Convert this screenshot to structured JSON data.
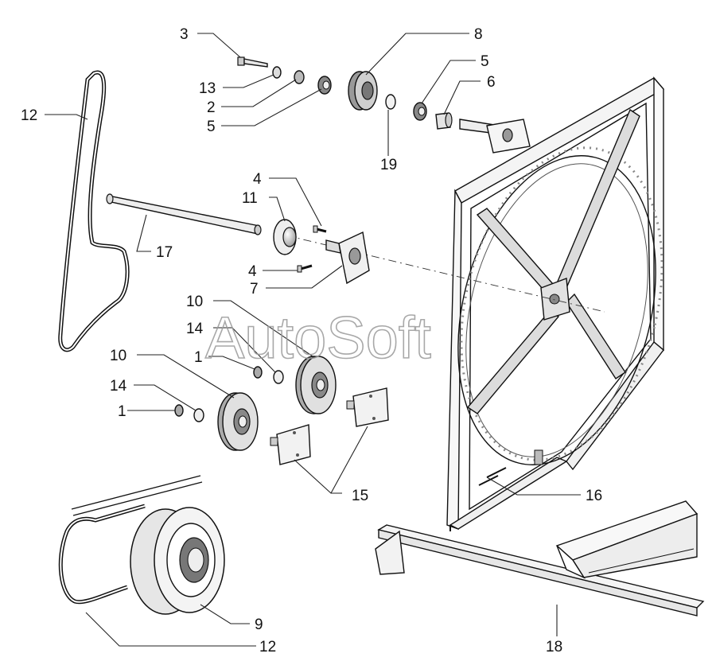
{
  "watermark": "AutoSoft",
  "callouts": [
    {
      "id": "c3",
      "text": "3"
    },
    {
      "id": "c13",
      "text": "13"
    },
    {
      "id": "c2",
      "text": "2"
    },
    {
      "id": "c5a",
      "text": "5"
    },
    {
      "id": "c8",
      "text": "8"
    },
    {
      "id": "c5b",
      "text": "5"
    },
    {
      "id": "c6",
      "text": "6"
    },
    {
      "id": "c19",
      "text": "19"
    },
    {
      "id": "c12a",
      "text": "12"
    },
    {
      "id": "c4a",
      "text": "4"
    },
    {
      "id": "c11",
      "text": "11"
    },
    {
      "id": "c17",
      "text": "17"
    },
    {
      "id": "c4b",
      "text": "4"
    },
    {
      "id": "c7",
      "text": "7"
    },
    {
      "id": "c10a",
      "text": "10"
    },
    {
      "id": "c14a",
      "text": "14"
    },
    {
      "id": "c1a",
      "text": "1"
    },
    {
      "id": "c10b",
      "text": "10"
    },
    {
      "id": "c14b",
      "text": "14"
    },
    {
      "id": "c1b",
      "text": "1"
    },
    {
      "id": "c15",
      "text": "15"
    },
    {
      "id": "c16",
      "text": "16"
    },
    {
      "id": "c9",
      "text": "9"
    },
    {
      "id": "c12b",
      "text": "12"
    },
    {
      "id": "c18",
      "text": "18"
    }
  ],
  "colors": {
    "line": "#111111",
    "part_fill": "#f2f2f2",
    "shade": "#cfcfcf",
    "dark": "#555555"
  }
}
